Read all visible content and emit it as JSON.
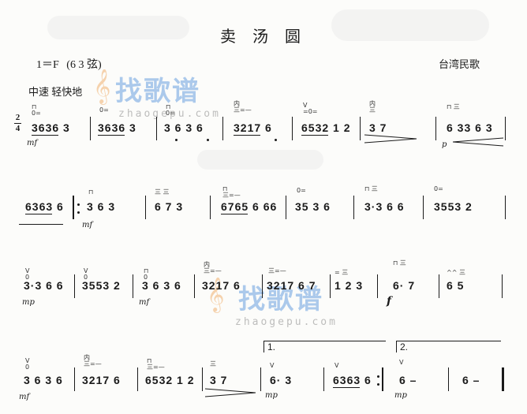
{
  "title": "卖 汤 圆",
  "key": {
    "label": "1＝F",
    "tuning": "(6 3 弦)"
  },
  "origin": "台湾民歌",
  "tempo": "中速 轻快地",
  "time_signature": {
    "top": "2",
    "bottom": "4"
  },
  "watermark": {
    "chinese": "找歌谱",
    "url": "zhaogepu.com"
  },
  "dynamics": {
    "mf": "mf",
    "p": "p",
    "mp": "mp",
    "f": "f"
  },
  "volta": {
    "first": "1.",
    "second": "2."
  },
  "lines": [
    {
      "measures": [
        "3636 3",
        "3636 3",
        "3 6  3 6",
        "3217 6",
        "6532 1 2",
        "3   7",
        "6 33 6 3"
      ]
    },
    {
      "measures": [
        "6363 6",
        "3 6  3",
        "6 7  3",
        "6765 6 66",
        "35 3 6",
        "3·3  6 6",
        "3553  2"
      ]
    },
    {
      "measures": [
        "3·3  6 6",
        "3553  2",
        "3 6  3 6",
        "3217 6",
        "3217 6 7",
        "1 2 3",
        "6·  7",
        "6   5"
      ]
    },
    {
      "measures": [
        "3 6  3 6",
        "3217 6",
        "6532 1 2",
        "3   7",
        "6·   3",
        "6363 6",
        "6  –",
        "6  –"
      ]
    }
  ]
}
